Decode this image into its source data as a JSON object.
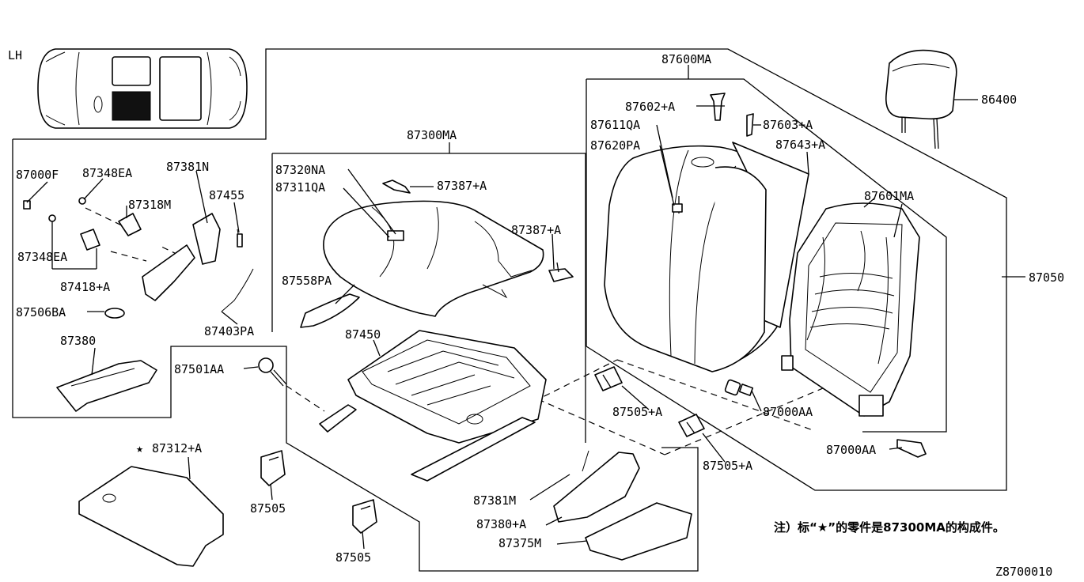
{
  "side_label": "LH",
  "diagram_code": "Z8700010",
  "note": "注）标“★”的零件是87300MA的构成件。",
  "labels": {
    "p87600MA": "87600MA",
    "p86400": "86400",
    "p87602A": "87602+A",
    "p87603A": "87603+A",
    "p87611QA": "87611QA",
    "p87620PA": "87620PA",
    "p87643A": "87643+A",
    "p87601MA": "87601MA",
    "p87050": "87050",
    "p87000AA_1": "87000AA",
    "p87000AA_2": "87000AA",
    "p87505A_1": "87505+A",
    "p87505A_2": "87505+A",
    "p87300MA": "87300MA",
    "p87320NA": "87320NA",
    "p87311QA": "87311QA",
    "p87387A_1": "87387+A",
    "p87387A_2": "87387+A",
    "p87558PA": "87558PA",
    "p87450": "87450",
    "p87501AA": "87501AA",
    "p87312A": "87312+A",
    "p87505_1": "87505",
    "p87505_2": "87505",
    "p87381M": "87381M",
    "p87380A": "87380+A",
    "p87375M": "87375M",
    "p87000F": "87000F",
    "p87348EA_1": "87348EA",
    "p87348EA_2": "87348EA",
    "p87381N": "87381N",
    "p87318M": "87318M",
    "p87455": "87455",
    "p87418A": "87418+A",
    "p87506BA": "87506BA",
    "p87403PA": "87403PA",
    "p87380": "87380"
  }
}
